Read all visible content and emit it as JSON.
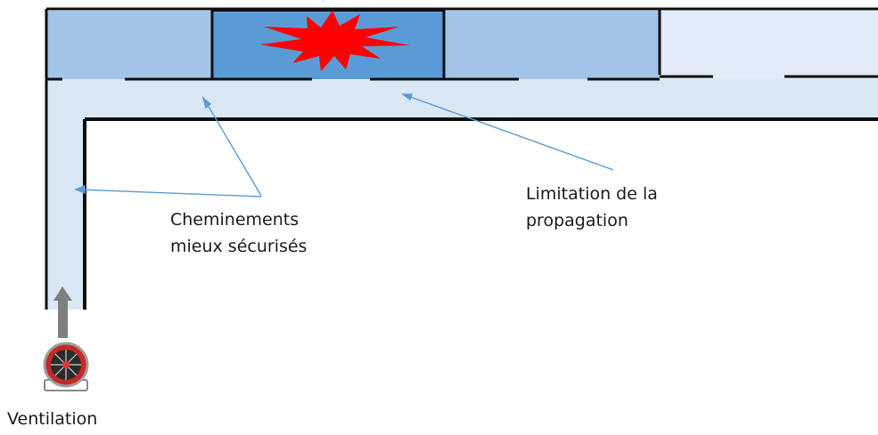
{
  "labels": {
    "cheminements_line1": "Cheminements",
    "cheminements_line2": "mieux sécurisés",
    "limitation_line1": "Limitation de la",
    "limitation_line2": "propagation",
    "ventilation": "Ventilation"
  },
  "colors": {
    "corridor": "#dae7f5",
    "room_smoke_light": "#a2c4e8",
    "room_smoke_dark": "#5b9bd5",
    "room_clear": "#e1ebf7",
    "wall": "#0d0d0d",
    "arrow_blue": "#5b9bd5",
    "fire": "#ff0000",
    "ventilation_arrow": "#7f7f7f"
  },
  "icons": {
    "fire": "fire-burst-icon",
    "fan": "ventilation-fan-icon",
    "airflow": "airflow-arrow-icon"
  }
}
